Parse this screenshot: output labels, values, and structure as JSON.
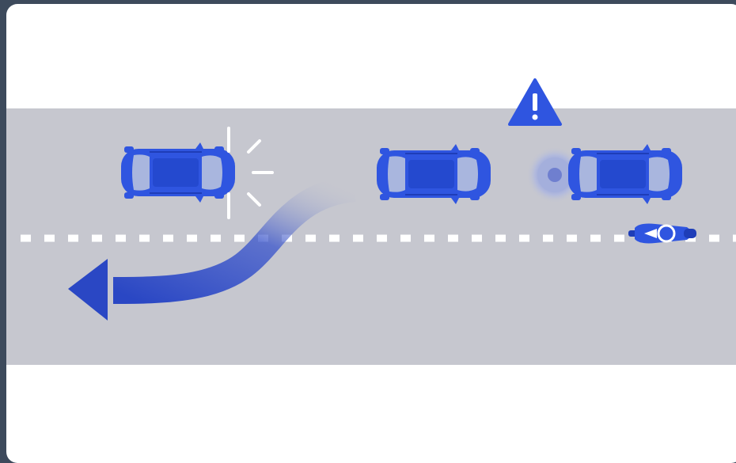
{
  "scene": {
    "description_elements": [
      "road",
      "lane-divider",
      "car-left",
      "car-middle",
      "car-right",
      "motorcycle",
      "warning-sign",
      "lane-change-arrow"
    ],
    "colors": {
      "frame": "#3d4a5c",
      "card": "#ffffff",
      "road": "#c6c7cf",
      "lane_marking": "#ffffff",
      "vehicle": "#2f55e0",
      "vehicle_window": "#a9b6de",
      "vehicle_outline": "#1e3db8",
      "arrow": "#2a47c4",
      "warning": "#2f55e0",
      "signal_ring": "#9aa6d6"
    },
    "icons": {
      "warning": "warning-triangle-icon",
      "signal": "signal-pulse-icon",
      "impact": "impact-burst-icon",
      "arrow": "curved-arrow-left-icon"
    }
  }
}
